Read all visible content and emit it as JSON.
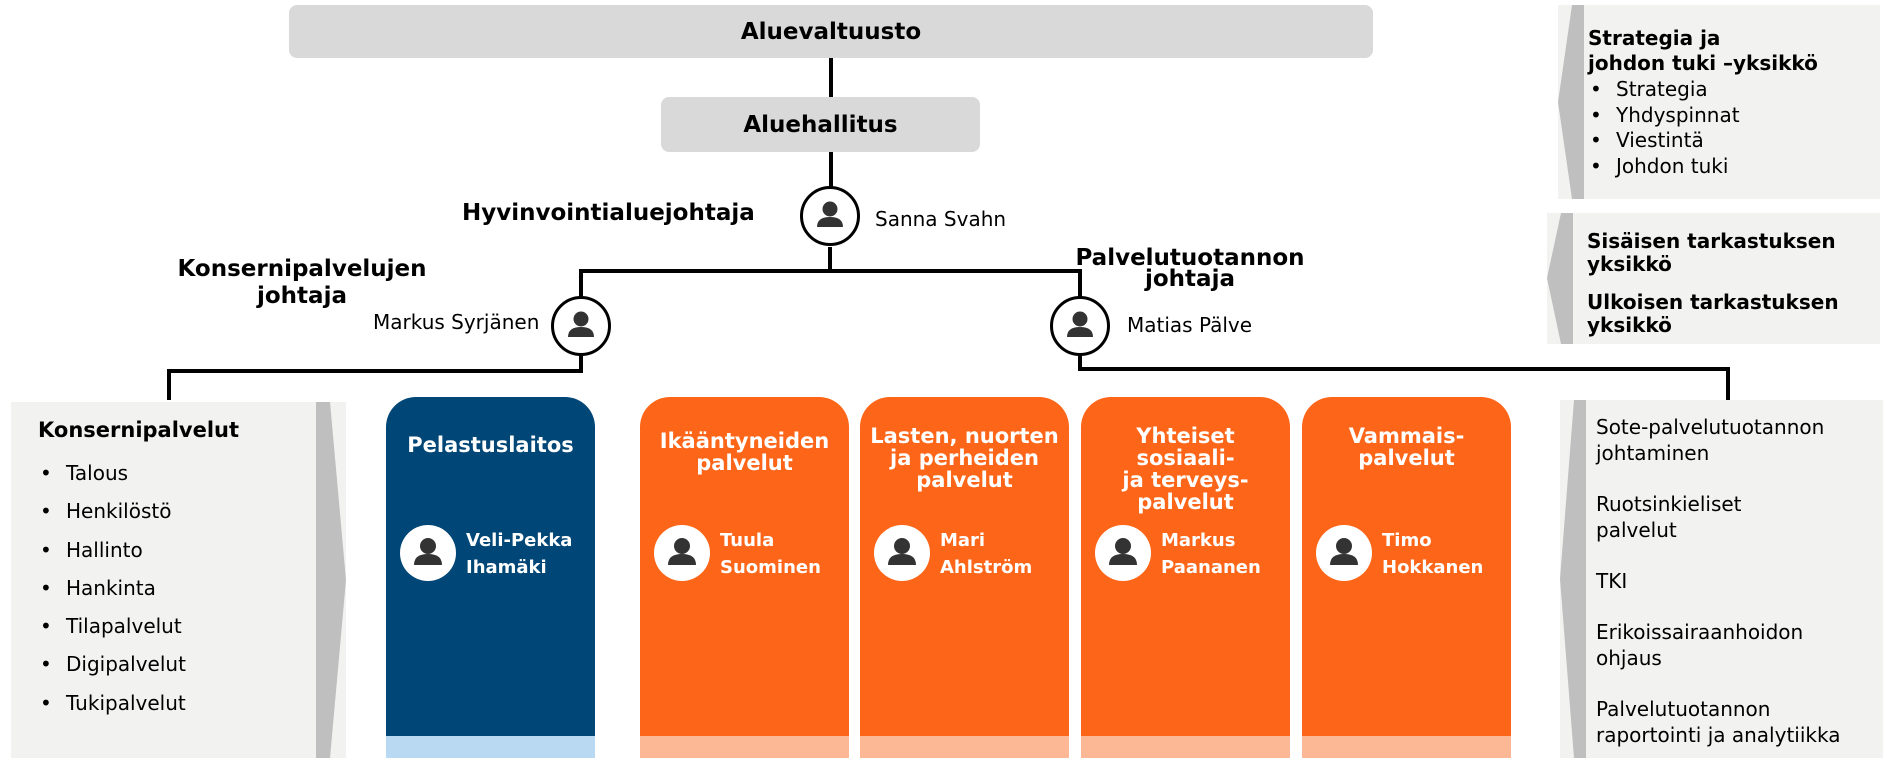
{
  "colors": {
    "grey_bar": "#d9d9d9",
    "panel_bg": "#f2f2f0",
    "panel_tab": "#bfbfbf",
    "blue": "#004676",
    "orange": "#fd6619",
    "blue_strip": "#b8d9f1",
    "orange_strip": "#fcb894",
    "line": "#000000"
  },
  "top": {
    "council": "Aluevaltuusto",
    "board": "Aluehallitus"
  },
  "director": {
    "role": "Hyvinvointialuejohtaja",
    "name": "Sanna Svahn",
    "icon": "person-icon"
  },
  "group_services_director": {
    "role_line1": "Konsernipalvelujen",
    "role_line2": "johtaja",
    "name": "Markus Syrjänen",
    "icon": "person-icon"
  },
  "service_production_director": {
    "role_line1": "Palvelutuotannon",
    "role_line2": "johtaja",
    "name": "Matias Pälve",
    "icon": "person-icon"
  },
  "strategy_unit": {
    "title_line1": "Strategia ja",
    "title_line2": "johdon tuki –yksikkö",
    "items": [
      "Strategia",
      "Yhdyspinnat",
      "Viestintä",
      "Johdon tuki"
    ]
  },
  "audit_panel": {
    "internal_line1": "Sisäisen tarkastuksen",
    "internal_line2": "yksikkö",
    "external_line1": "Ulkoisen tarkastuksen",
    "external_line2": "yksikkö"
  },
  "group_services": {
    "title": "Konsernipalvelut",
    "items": [
      "Talous",
      "Henkilöstö",
      "Hallinto",
      "Hankinta",
      "Tilapalvelut",
      "Digipalvelut",
      "Tukipalvelut"
    ]
  },
  "units": [
    {
      "title_lines": [
        "Pelastuslaitos"
      ],
      "name_line1": "Veli-Pekka",
      "name_line2": "Ihamäki",
      "color": "blue"
    },
    {
      "title_lines": [
        "Ikääntyneiden",
        "palvelut"
      ],
      "name_line1": "Tuula",
      "name_line2": "Suominen",
      "color": "orange"
    },
    {
      "title_lines": [
        "Lasten, nuorten",
        "ja perheiden",
        "palvelut"
      ],
      "name_line1": "Mari",
      "name_line2": "Ahlström",
      "color": "orange"
    },
    {
      "title_lines": [
        "Yhteiset sosiaali-",
        "ja terveys-",
        "palvelut"
      ],
      "name_line1": "Markus",
      "name_line2": "Paananen",
      "color": "orange"
    },
    {
      "title_lines": [
        "Vammais-",
        "palvelut"
      ],
      "name_line1": "Timo",
      "name_line2": "Hokkanen",
      "color": "orange"
    }
  ],
  "production_support": {
    "items": [
      [
        "Sote-palvelutuotannon",
        "johtaminen"
      ],
      [
        "Ruotsinkieliset",
        "palvelut"
      ],
      [
        "TKI"
      ],
      [
        "Erikoissairaanhoidon",
        "ohjaus"
      ],
      [
        "Palvelutuotannon",
        "raportointi ja analytiikka"
      ]
    ]
  }
}
